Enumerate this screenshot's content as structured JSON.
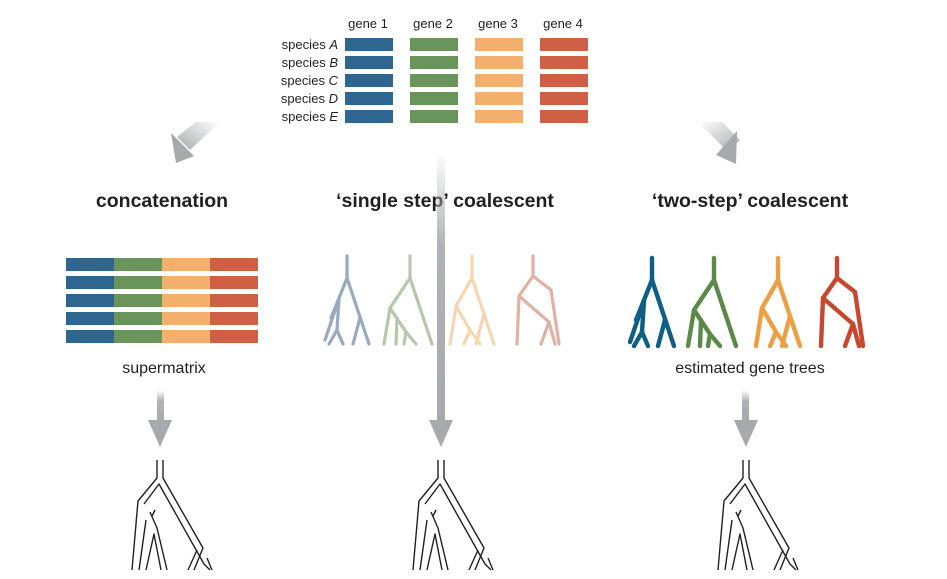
{
  "genes": [
    "gene 1",
    "gene 2",
    "gene 3",
    "gene 4"
  ],
  "gene_colors": [
    "#2f6690",
    "#6a955a",
    "#f3b06c",
    "#cf6046"
  ],
  "species_prefix": "species",
  "species": [
    "A",
    "B",
    "C",
    "D",
    "E"
  ],
  "methods": {
    "concatenation": {
      "title": "concatenation",
      "caption": "supermatrix"
    },
    "single_step": {
      "title": "‘single step’ coalescent"
    },
    "two_step": {
      "title": "‘two-step’ coalescent",
      "caption": "estimated gene trees"
    }
  },
  "gene_tree_colors_dark": [
    "#0e5e86",
    "#5b8a48",
    "#eda043",
    "#c7482f"
  ],
  "gene_tree_colors_faded": [
    "#98a9c2",
    "#b6c8aa",
    "#f6d6b0",
    "#e2b1a3"
  ],
  "arrow_color": "#a7a9ac"
}
